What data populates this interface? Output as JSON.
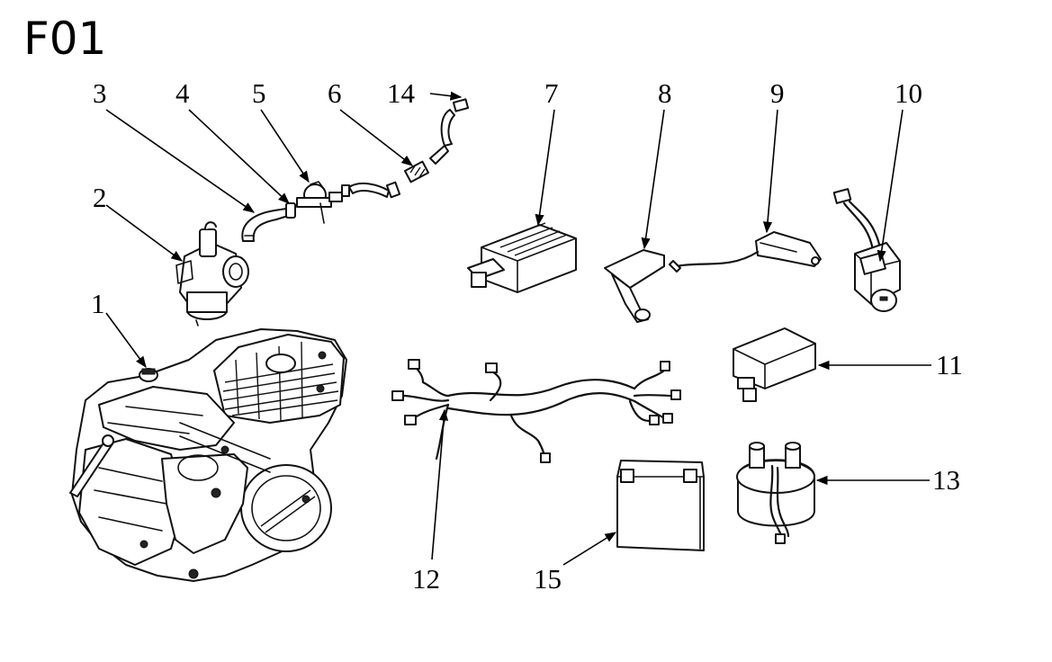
{
  "figure": {
    "title": "F01"
  },
  "callouts": {
    "c1": "1",
    "c2": "2",
    "c3": "3",
    "c4": "4",
    "c5": "5",
    "c6": "6",
    "c7": "7",
    "c8": "8",
    "c9": "9",
    "c10": "10",
    "c11": "11",
    "c12": "12",
    "c13": "13",
    "c14": "14",
    "c15": "15"
  },
  "colors": {
    "line": "#000000",
    "background": "#ffffff"
  }
}
